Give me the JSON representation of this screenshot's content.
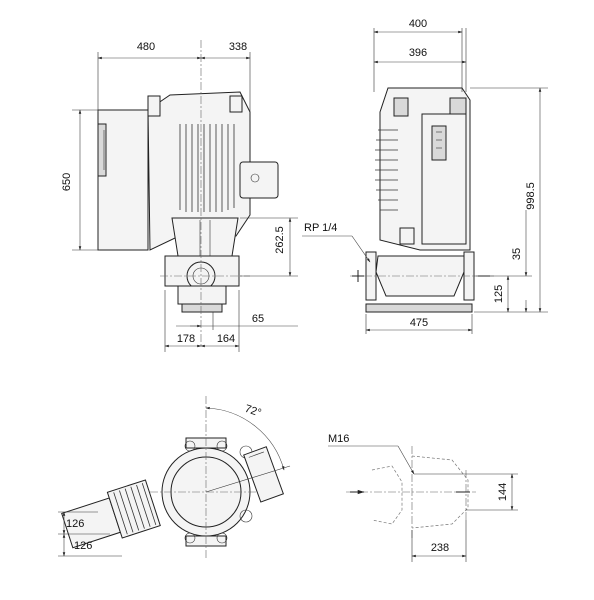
{
  "dimensions": {
    "front_width_left": "480",
    "front_width_right": "338",
    "front_height": "650",
    "front_flange_height": "262.5",
    "front_offset": "65",
    "front_base_left": "178",
    "front_base_right": "164",
    "side_width_outer": "400",
    "side_width_inner": "396",
    "side_total_height": "998.5",
    "side_height_35": "35",
    "side_height_125": "125",
    "side_base_length": "475",
    "side_port_label": "RP 1/4",
    "top_angle": "72°",
    "top_motor_a": "126",
    "top_motor_b": "126",
    "foot_thread": "M16",
    "foot_height": "144",
    "foot_width": "238"
  }
}
